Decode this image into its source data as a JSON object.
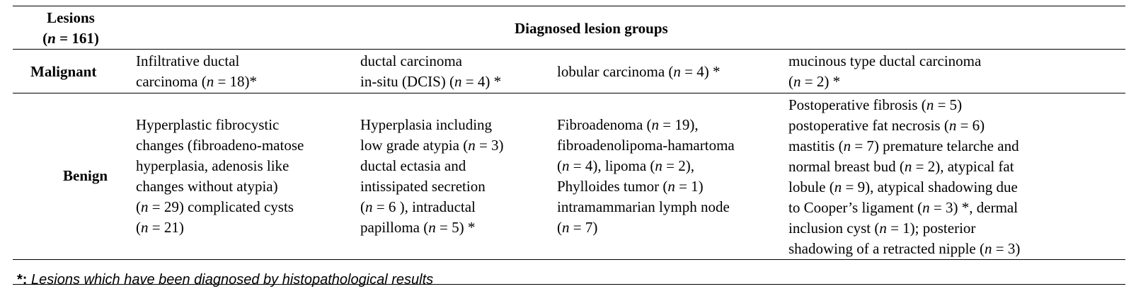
{
  "table": {
    "header": {
      "lesions_label": "Lesions",
      "n_total": "(n = 161)",
      "groups_label": "Diagnosed lesion groups"
    },
    "rows": [
      {
        "label": "Malignant",
        "cells": [
          [
            "Infiltrative ductal",
            "carcinoma (n = 18)*"
          ],
          [
            "ductal carcinoma",
            "in-situ (DCIS) (n = 4) *"
          ],
          [
            "lobular carcinoma (n = 4) *"
          ],
          [
            "mucinous type ductal carcinoma",
            "(n = 2) *"
          ]
        ]
      },
      {
        "label": "Benign",
        "cells": [
          [
            "Hyperplastic fibrocystic",
            "changes (fibroadeno-matose",
            "hyperplasia, adenosis like",
            "changes without atypia)",
            "(n = 29) complicated cysts",
            "(n = 21)"
          ],
          [
            "Hyperplasia including",
            "low grade atypia (n = 3)",
            "ductal ectasia and",
            "intissipated secretion",
            "(n = 6 ), intraductal",
            "papilloma (n = 5) *"
          ],
          [
            "Fibroadenoma (n = 19),",
            "fibroadenolipoma-hamartoma",
            "(n = 4), lipoma (n = 2),",
            "Phylloides tumor (n = 1)",
            "intramammarian lymph node",
            "(n = 7)"
          ],
          [
            "Postoperative fibrosis (n = 5)",
            "postoperative fat necrosis (n = 6)",
            "mastitis (n = 7) premature telarche and",
            "normal breast bud (n = 2), atypical fat",
            "lobule (n = 9), atypical shadowing due",
            "to Cooper’s ligament (n = 3) *, dermal",
            "inclusion cyst (n = 1); posterior",
            "shadowing of a retracted nipple (n = 3)"
          ]
        ]
      }
    ],
    "footnote": {
      "mark": "*:",
      "text": " Lesions which have been diagnosed by histopathological results"
    }
  }
}
